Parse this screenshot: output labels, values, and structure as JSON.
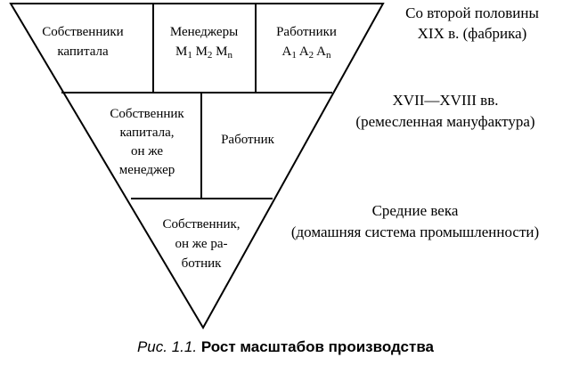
{
  "levels": {
    "factory": {
      "era_line1": "Со второй половины",
      "era_line2": "XIX в. (фабрика)",
      "cells": {
        "owners": [
          "Собственники",
          "капитала"
        ],
        "managers": {
          "label": "Менеджеры",
          "subscripts": [
            "1",
            "2",
            "n"
          ],
          "letter": "M"
        },
        "workers": {
          "label": "Работники",
          "subscripts": [
            "1",
            "2",
            "n"
          ],
          "letter": "A"
        }
      }
    },
    "manufactory": {
      "era_line1": "XVII—XVIII вв.",
      "era_line2": "(ремесленная мануфактура)",
      "cells": {
        "owner_manager": [
          "Собственник",
          "капитала,",
          "он же",
          "менеджер"
        ],
        "worker": "Работник"
      }
    },
    "middle_ages": {
      "era_line1": "Средние века",
      "era_line2": "(домашняя система промышленности)",
      "cells": {
        "owner_worker": [
          "Собственник,",
          "он же ра-",
          "ботник"
        ]
      }
    }
  },
  "caption": {
    "figure": "Рис. 1.1.",
    "title": "Рост масштабов производства"
  }
}
